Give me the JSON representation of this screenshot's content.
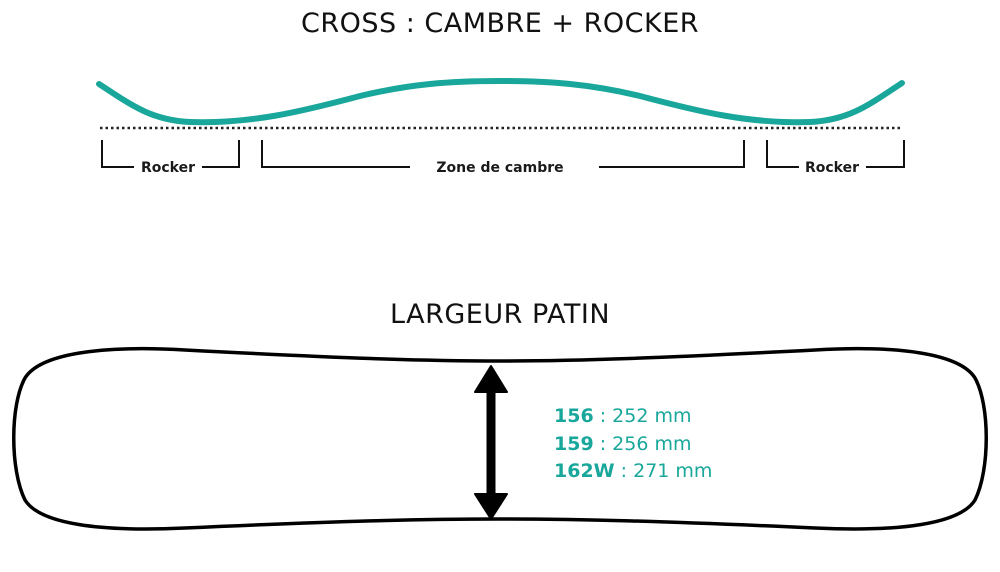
{
  "profile": {
    "title": "CROSS : CAMBRE + ROCKER",
    "zones": [
      "Rocker",
      "Zone de cambre",
      "Rocker"
    ]
  },
  "width": {
    "title": "LARGEUR PATIN",
    "specs": [
      {
        "size": "156",
        "sep": " : ",
        "value": "252 mm"
      },
      {
        "size": "159",
        "sep": " : ",
        "value": "256 mm"
      },
      {
        "size": "162W",
        "sep": " : ",
        "value": "271 mm"
      }
    ]
  },
  "colors": {
    "accent": "#1aa79b",
    "outline": "#000000"
  }
}
